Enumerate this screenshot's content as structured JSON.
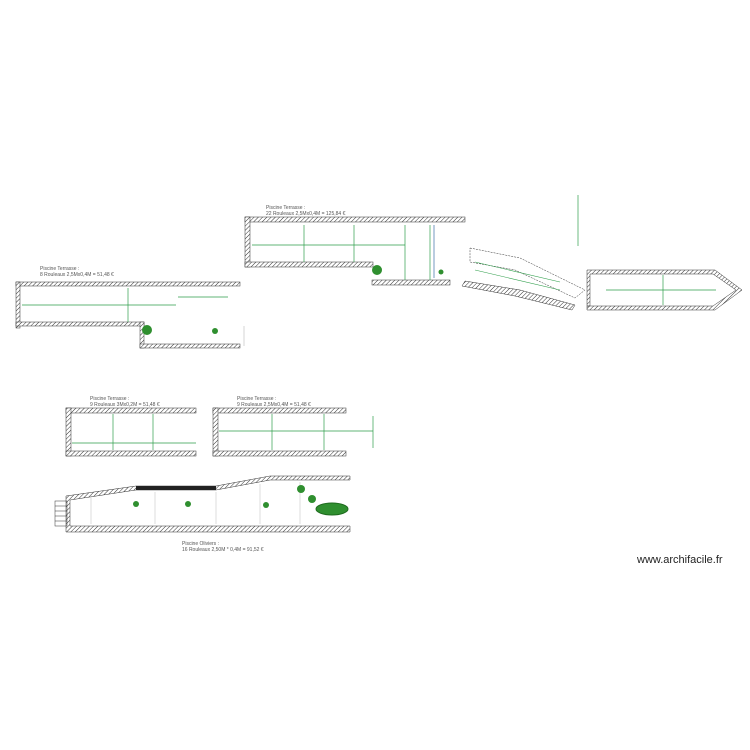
{
  "watermark": "www.archifacile.fr",
  "colors": {
    "wall": "#333333",
    "roll_line": "#2e9e4a",
    "plant": "#2f8f2f",
    "plant_dark": "#1e6b1e",
    "blue_line": "#3a6ea8",
    "dim_line": "#aaaaaa"
  },
  "plans": [
    {
      "id": "terrasse-left",
      "title": "Piscine Terrasse :",
      "detail": "8 Rouleaux 2,5Mx0,4M = 51,48 €"
    },
    {
      "id": "terrasse-top",
      "title": "Piscine Terrasse :",
      "detail": "22 Rouleaux 2,5Mx0,4M = 125,84 €"
    },
    {
      "id": "terrasse-mid-left",
      "title": "Piscine Terrasse :",
      "detail": "9 Rouleaux 3Mx0,2M = 51,48 €"
    },
    {
      "id": "terrasse-mid-right",
      "title": "Piscine Terrasse :",
      "detail": "9 Rouleaux 2,5Mx0,4M = 51,48 €"
    },
    {
      "id": "piscine-oliviers",
      "title": "Piscine Oliviers :",
      "detail": "16 Rouleaux 2,50M * 0,4M = 91,52 €"
    }
  ]
}
